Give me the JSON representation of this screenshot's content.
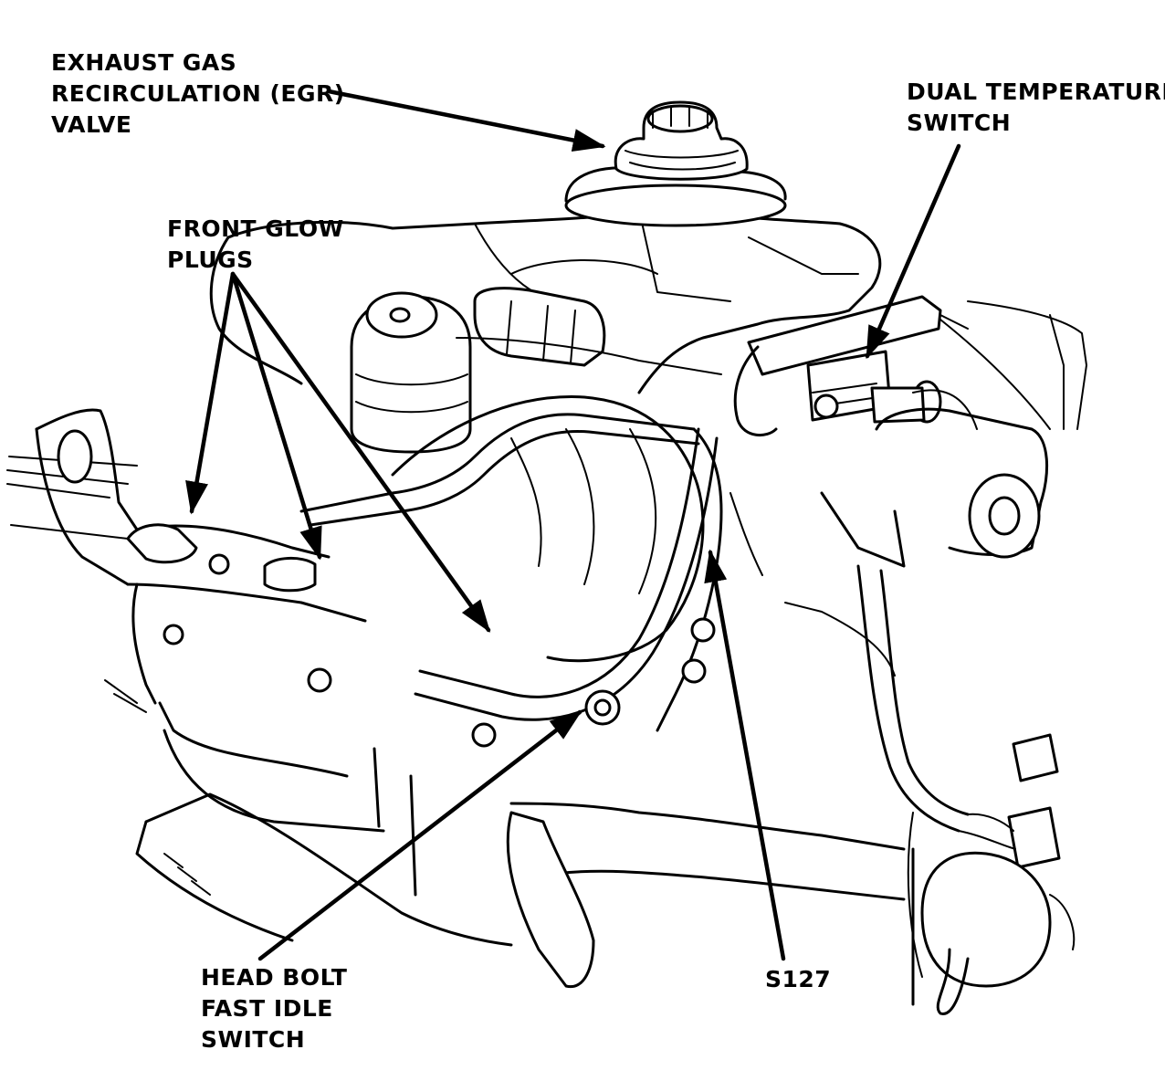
{
  "labels": {
    "egr": [
      "EXHAUST GAS",
      "RECIRCULATION (EGR)",
      "VALVE"
    ],
    "dual_temp": [
      "DUAL TEMPERATURE",
      "SWITCH"
    ],
    "glow": [
      "FRONT GLOW",
      "PLUGS"
    ],
    "head_bolt": [
      "HEAD BOLT",
      "FAST IDLE",
      "SWITCH"
    ],
    "splice": "S127"
  }
}
